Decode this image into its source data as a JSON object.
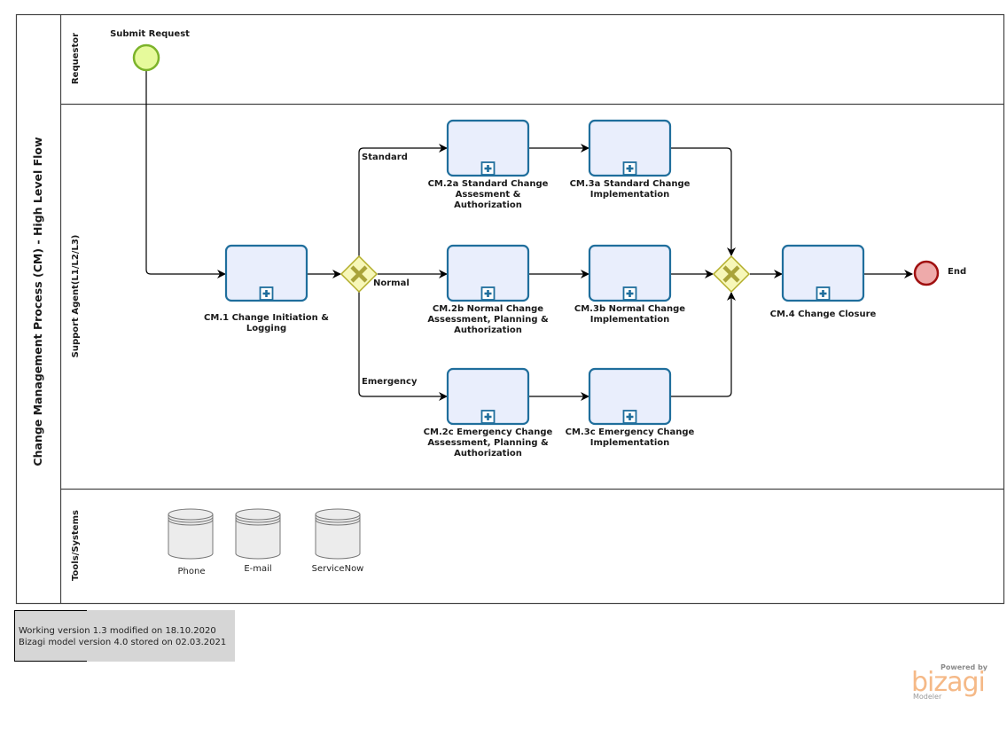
{
  "pool": {
    "title": "Change Management Process (CM) - High Level Flow"
  },
  "lanes": [
    {
      "id": "requestor",
      "label": "Requestor"
    },
    {
      "id": "support",
      "label": "Support Agent(L1/L2/L3)"
    },
    {
      "id": "tools",
      "label": "Tools/Systems"
    }
  ],
  "events": {
    "start": {
      "label": "Submit Request",
      "fill": "#e6fa9b",
      "stroke": "#7cb32a"
    },
    "end": {
      "label": "End",
      "fill": "#eeaaaa",
      "stroke": "#a01010"
    }
  },
  "tasks": [
    {
      "id": "cm1",
      "lines": [
        "CM.1 Change Initiation &",
        "Logging"
      ]
    },
    {
      "id": "cm2a",
      "lines": [
        "CM.2a Standard Change",
        "Assesment &",
        "Authorization"
      ]
    },
    {
      "id": "cm3a",
      "lines": [
        "CM.3a Standard Change",
        "Implementation"
      ]
    },
    {
      "id": "cm2b",
      "lines": [
        "CM.2b Normal Change",
        "Assessment, Planning &",
        "Authorization"
      ]
    },
    {
      "id": "cm3b",
      "lines": [
        "CM.3b Normal Change",
        "Implementation"
      ]
    },
    {
      "id": "cm2c",
      "lines": [
        "CM.2c Emergency Change",
        "Assessment, Planning &",
        "Authorization"
      ]
    },
    {
      "id": "cm3c",
      "lines": [
        "CM.3c Emergency Change",
        "Implementation"
      ]
    },
    {
      "id": "cm4",
      "lines": [
        "CM.4 Change Closure"
      ]
    }
  ],
  "gateway_branches": {
    "standard": "Standard",
    "normal": "Normal",
    "emergency": "Emergency"
  },
  "data_stores": [
    {
      "label": "Phone"
    },
    {
      "label": "E-mail"
    },
    {
      "label": "ServiceNow"
    }
  ],
  "colors": {
    "task_fill": "#e9eefc",
    "task_stroke": "#1f6e9c",
    "gateway_fill": "#f7f7b8",
    "gateway_stroke": "#b3ad2a",
    "gateway_mark": "#a9a33a",
    "lane_border": "#444444"
  },
  "footer_note": {
    "line1": "Working version 1.3 modified on 18.10.2020",
    "line2": "Bizagi model version 4.0 stored on 02.03.2021"
  },
  "branding": {
    "powered_by": "Powered by",
    "name": "bizagi",
    "product": "Modeler"
  }
}
